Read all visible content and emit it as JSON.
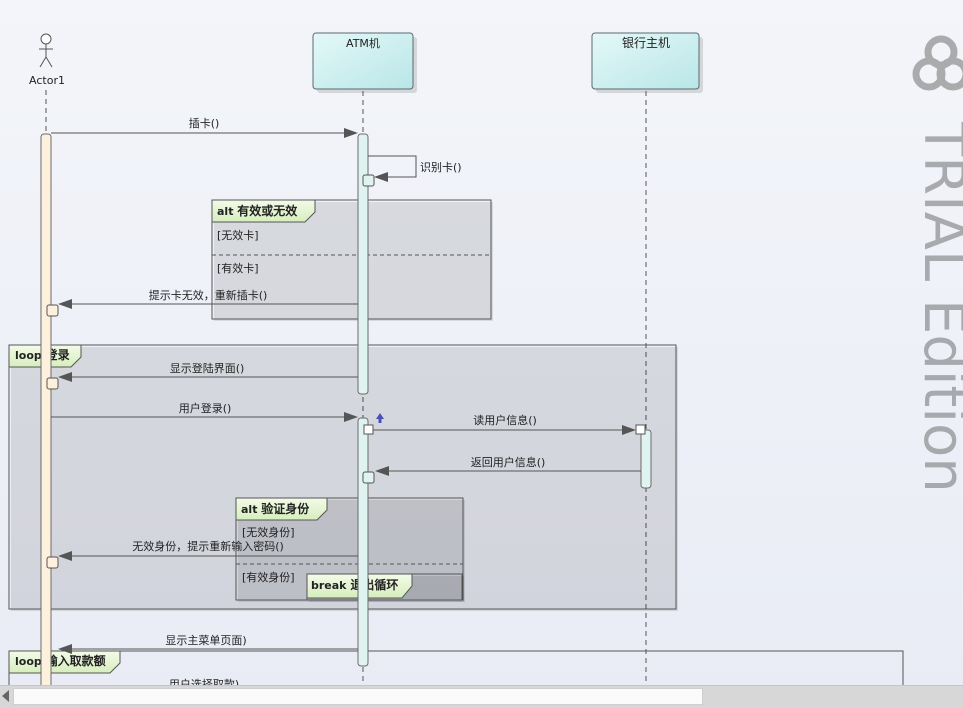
{
  "lifelines": {
    "actor": "Actor1",
    "atm": "ATM机",
    "bank": "银行主机"
  },
  "fragments": {
    "alt1": {
      "kind": "alt",
      "title": "有效或无效",
      "guard1": "[无效卡]",
      "guard2": "[有效卡]"
    },
    "loop1": {
      "kind": "loop",
      "title": "登录"
    },
    "alt2": {
      "kind": "alt",
      "title": "验证身份",
      "guard1": "[无效身份]",
      "guard2": "[有效身份]"
    },
    "break1": {
      "kind": "break",
      "title": "退出循环"
    },
    "loop2": {
      "kind": "loop",
      "title": "输入取款额"
    }
  },
  "messages": {
    "m1": "插卡()",
    "m2": "识别卡()",
    "m3": "提示卡无效，重新插卡()",
    "m4": "显示登陆界面()",
    "m5": "用户登录()",
    "m6": "读用户信息()",
    "m7": "返回用户信息()",
    "m8": "无效身份，提示重新输入密码()",
    "m9": "显示主菜单页面)",
    "m10": "用户选择取款)"
  },
  "watermark": "TRIAL Edition",
  "colors": {
    "actorActivation": "#fdf0dc",
    "atmActivation": "#dff3f0",
    "lifelineHead": "#cdeff0",
    "fragmentLabel": "#e6f5d2"
  }
}
